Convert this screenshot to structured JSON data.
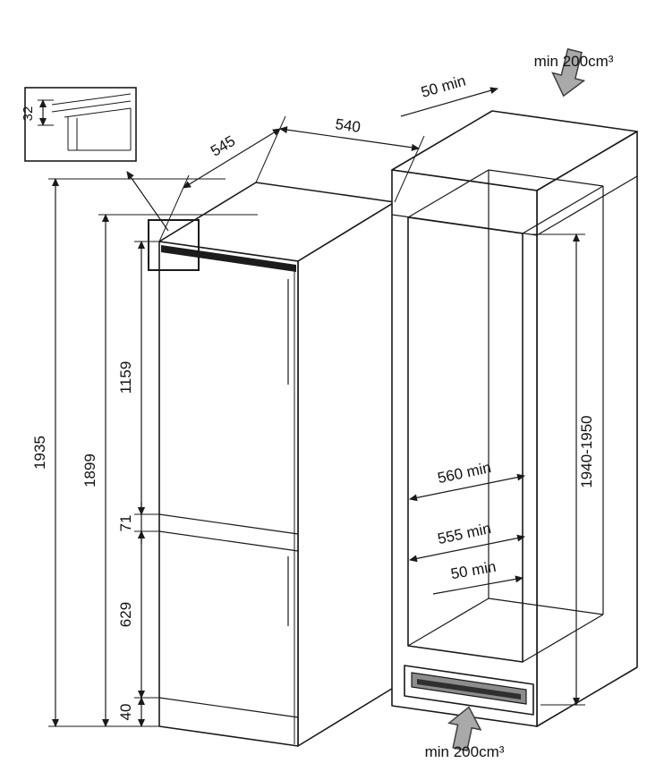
{
  "diagram": {
    "title": "built-in-fridge-installation-dimensions",
    "detail": {
      "gap": "32"
    },
    "fridge": {
      "depth": "545",
      "width": "540",
      "total_height": "1935",
      "height": "1899",
      "upper_door": "1159",
      "gap": "71",
      "lower_door": "629",
      "plinth": "40"
    },
    "cabinet": {
      "top_clearance": "50 min",
      "top_vent": "min 200cm³",
      "niche_height": "1940-1950",
      "niche_width": "560 min",
      "niche_width_back": "555 min",
      "rear_clearance": "50 min",
      "bottom_vent": "min 200cm³"
    },
    "colors": {
      "line": "#1a1a1a",
      "arrow_fill": "#a9a9a9",
      "vent_fill": "#8c8c8c"
    }
  }
}
